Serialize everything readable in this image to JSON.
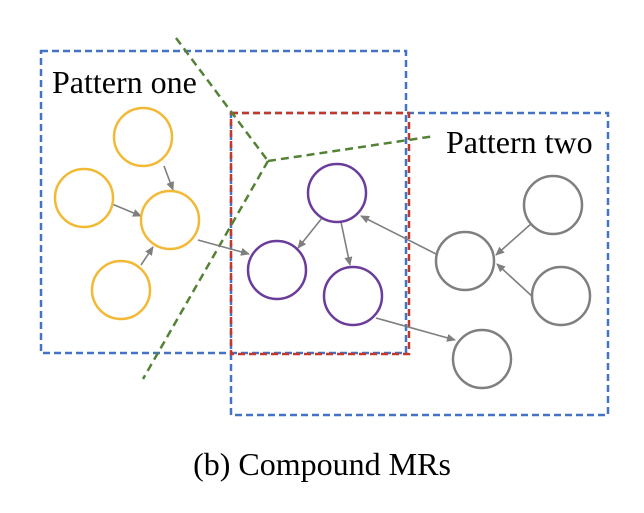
{
  "labels": {
    "pattern_one": "Pattern one",
    "pattern_two": "Pattern two"
  },
  "caption": "(b)  Compound MRs",
  "colors": {
    "pattern_one_node": "#f2b935",
    "shared_node": "#6a3d9a",
    "pattern_two_node": "#7f7f7f",
    "edge": "#7f7f7f",
    "region_box": "#4472c4",
    "overlap_box": "#c0392b",
    "divider": "#548235"
  },
  "legend": {
    "nodes": {
      "pattern_one": [
        "node-a",
        "node-b",
        "node-c",
        "node-d"
      ],
      "shared": [
        "node-e",
        "node-f",
        "node-g"
      ],
      "pattern_two": [
        "node-h",
        "node-i",
        "node-j",
        "node-k"
      ]
    },
    "edges": [
      [
        "node-a",
        "node-c"
      ],
      [
        "node-b",
        "node-c"
      ],
      [
        "node-d",
        "node-c"
      ],
      [
        "node-c",
        "node-f"
      ],
      [
        "node-e",
        "node-f"
      ],
      [
        "node-e",
        "node-g"
      ],
      [
        "node-h",
        "node-e"
      ],
      [
        "node-i",
        "node-h"
      ],
      [
        "node-j",
        "node-h"
      ],
      [
        "node-g",
        "node-k"
      ]
    ]
  }
}
